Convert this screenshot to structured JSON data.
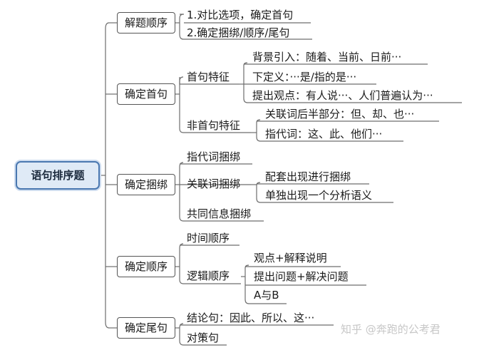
{
  "root": "语句排序题",
  "branches": {
    "order": {
      "label": "解题顺序",
      "items": [
        "1.对比选项，确定首句",
        "2.确定捆绑/顺序/尾句"
      ]
    },
    "first": {
      "label": "确定首句",
      "feat": "首句特征",
      "feat_items": [
        "背景引入：随着、当前、日前···",
        "下定义：···是/指的是···",
        "提出观点：有人说···、人们普遍认为···"
      ],
      "nonfeat": "非首句特征",
      "nonfeat_items": [
        "关联词后半部分：但、却、也···",
        "指代词：这、此、他们···"
      ]
    },
    "bind": {
      "label": "确定捆绑",
      "pronoun": "指代词捆绑",
      "conj": "关联词捆绑",
      "conj_items": [
        "配套出现进行捆绑",
        "单独出现一个分析语义"
      ],
      "common": "共同信息捆绑"
    },
    "seq": {
      "label": "确定顺序",
      "time": "时间顺序",
      "logic": "逻辑顺序",
      "logic_items": [
        "观点+解释说明",
        "提出问题+解决问题",
        "A与B"
      ]
    },
    "tail": {
      "label": "确定尾句",
      "items": [
        "结论句：因此、所以、这···",
        "对策句"
      ]
    }
  },
  "watermark": "知乎 @奔跑的公考君"
}
